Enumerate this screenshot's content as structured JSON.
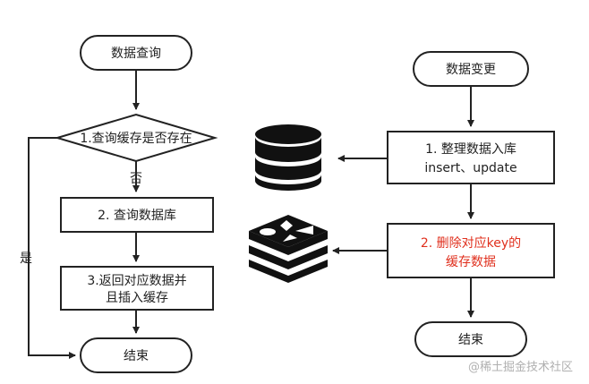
{
  "left_flow": {
    "start": "数据查询",
    "decision": "1.查询缓存是否存在",
    "no_label": "否",
    "query_db": "2. 查询数据库",
    "return_line1": "3.返回对应数据并",
    "return_line2": "且插入缓存",
    "yes_label": "是",
    "end": "结束"
  },
  "right_flow": {
    "start": "数据变更",
    "update_line1": "1. 整理数据入库",
    "update_line2": "insert、update",
    "delete_line1": "2. 删除对应key的",
    "delete_line2": "缓存数据",
    "end": "结束"
  },
  "icons": {
    "database": "database-icon",
    "redis": "redis-cache-icon"
  },
  "colors": {
    "line": "#222222",
    "highlight_text": "#e0301e",
    "database_icon": "#111111"
  },
  "watermark": "@稀土掘金技术社区"
}
